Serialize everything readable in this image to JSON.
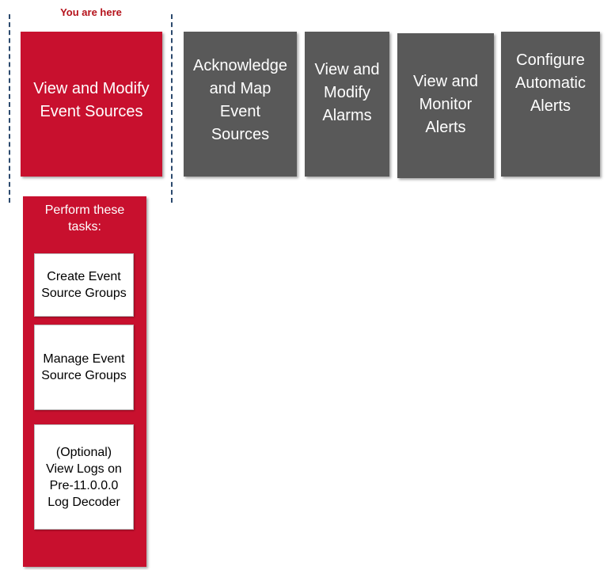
{
  "header": {
    "you_are_here": "You are here"
  },
  "steps": [
    {
      "label": "View and Modify\nEvent Sources",
      "active": true
    },
    {
      "label": "Acknowledge\nand Map\nEvent\nSources",
      "active": false
    },
    {
      "label": "View and\nModify\nAlarms",
      "active": false
    },
    {
      "label": "View and\nMonitor\nAlerts",
      "active": false
    },
    {
      "label": "Configure\nAutomatic\nAlerts",
      "active": false
    }
  ],
  "tasks": {
    "title": "Perform these\ntasks:",
    "items": [
      "Create Event\nSource Groups",
      "Manage Event\nSource Groups",
      "(Optional)\nView Logs on\nPre-11.0.0.0\nLog Decoder"
    ]
  },
  "colors": {
    "active": "#c8102e",
    "inactive": "#595959",
    "marker_text": "#b5121b",
    "dash": "#2c4a6e"
  }
}
